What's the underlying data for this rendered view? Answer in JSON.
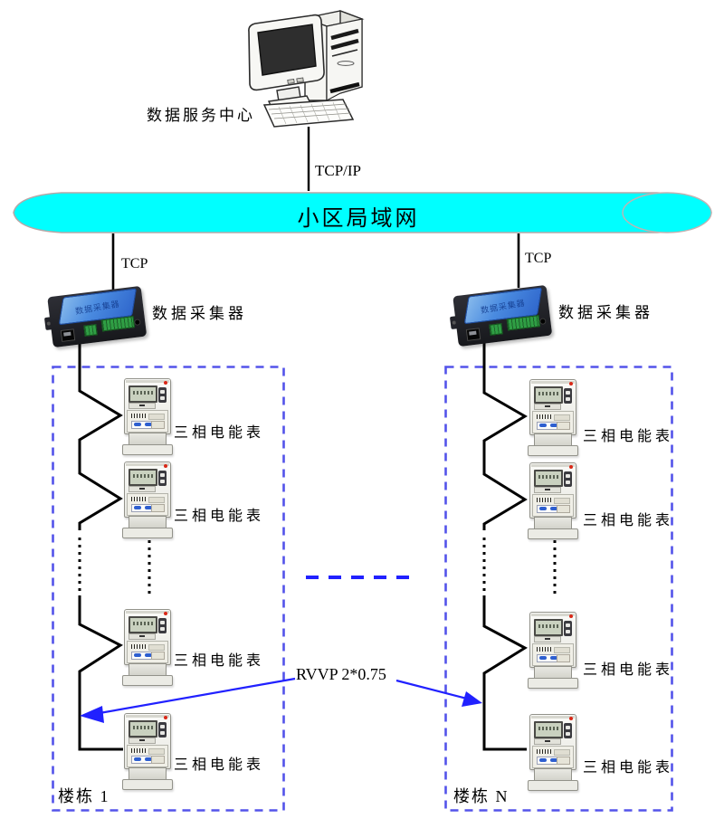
{
  "server": {
    "label": "数据服务中心"
  },
  "network": {
    "lan_label": "小区局域网",
    "tcp_ip_label": "TCP/IP",
    "tcp_left_label": "TCP",
    "tcp_right_label": "TCP"
  },
  "collectors": {
    "device_panel_text": "数据采集器",
    "left_label": "数据采集器",
    "right_label": "数据采集器"
  },
  "cable": {
    "label": "RVVP 2*0.75"
  },
  "buildings": [
    {
      "name": "楼栋 1",
      "meter_labels": [
        "三相电能表",
        "三相电能表",
        "三相电能表",
        "三相电能表"
      ]
    },
    {
      "name": "楼栋 N",
      "meter_labels": [
        "三相电能表",
        "三相电能表",
        "三相电能表",
        "三相电能表"
      ]
    }
  ],
  "colors": {
    "lan_fill": "#00FFFF",
    "box_border": "#5353EA",
    "arrow_blue": "#2121FF",
    "wire_black": "#000000",
    "collector_panel_blue": "#4A8BE0"
  }
}
